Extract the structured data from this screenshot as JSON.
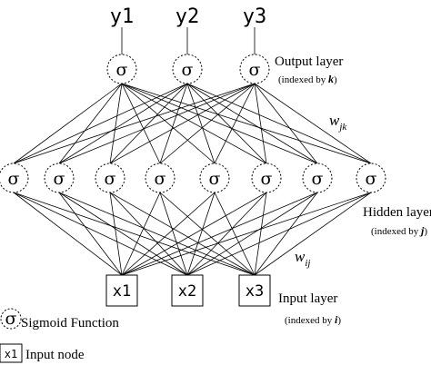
{
  "outputs": [
    "y1",
    "y2",
    "y3"
  ],
  "inputs": [
    "x1",
    "x2",
    "x3"
  ],
  "neuron_symbol": "σ",
  "hidden_count": 8,
  "output_count": 3,
  "labels": {
    "output_layer": "Output layer",
    "output_index_prefix": "(indexed by ",
    "output_index_var": "k",
    "output_index_suffix": ")",
    "hidden_layer": "Hidden layer",
    "hidden_index_prefix": "(indexed by ",
    "hidden_index_var": "j",
    "hidden_index_suffix": ")",
    "input_layer": "Input layer",
    "input_index_prefix": "(indexed by ",
    "input_index_var": "i",
    "input_index_suffix": ")",
    "weight_jk_main": "w",
    "weight_jk_sub": "jk",
    "weight_ij_main": "w",
    "weight_ij_sub": "ij"
  },
  "legend": {
    "sigmoid_symbol": "σ",
    "sigmoid_text": "Sigmoid Function",
    "input_symbol": "x1",
    "input_text": "Input node"
  }
}
